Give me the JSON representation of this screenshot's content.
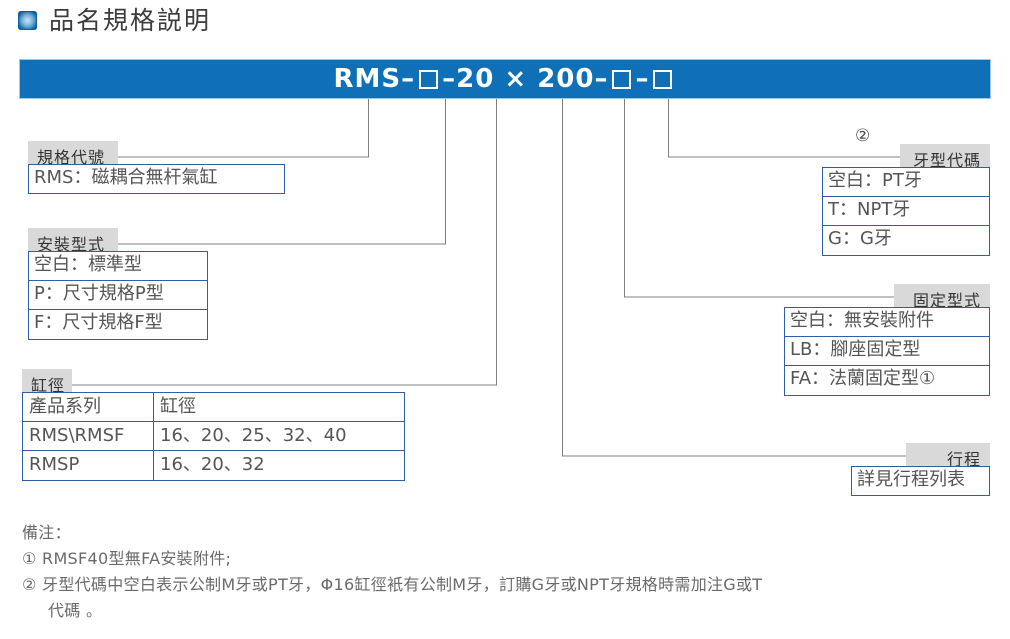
{
  "header": {
    "icon": "blue-square-bullet-icon",
    "title": "品名規格説明"
  },
  "banner": {
    "code_full": "RMS-□-20 × 200-□-□",
    "segments": [
      "RMS–",
      "□",
      "–20 × 200–",
      "□",
      "–",
      "□"
    ],
    "seg1": "RMS–",
    "seg2": "–20 × 200–",
    "seg3": "–",
    "color": "#0f70b7"
  },
  "groups": {
    "spec_code": {
      "label": "規格代號",
      "rows": [
        "RMS：磁耦合無杆氣缸"
      ]
    },
    "mounting_type": {
      "label": "安裝型式",
      "rows": [
        "空白：標準型",
        "P：尺寸規格P型",
        "F：尺寸規格F型"
      ]
    },
    "bore": {
      "label": "缸徑",
      "headers": [
        "產品系列",
        "缸徑"
      ],
      "rows": [
        [
          "RMS\\RMSF",
          "16、20、25、32、40"
        ],
        [
          "RMSP",
          "16、20、32"
        ]
      ]
    },
    "thread_code": {
      "label": "牙型代碼",
      "marker": "②",
      "rows": [
        "空白：PT牙",
        "T：NPT牙",
        "G：G牙"
      ]
    },
    "fixing_type": {
      "label": "固定型式",
      "rows": [
        "空白：無安裝附件",
        "LB：腳座固定型",
        "FA：法蘭固定型①"
      ]
    },
    "stroke": {
      "label": "行程",
      "rows": [
        "詳見行程列表"
      ]
    }
  },
  "notes": {
    "title": "備注：",
    "items": [
      "① RMSF40型無FA安裝附件;",
      "② 牙型代碼中空白表示公制M牙或PT牙，Φ16缸徑衹有公制M牙，訂購G牙或NPT牙規格時需加注G或T",
      "代碼 。"
    ]
  }
}
